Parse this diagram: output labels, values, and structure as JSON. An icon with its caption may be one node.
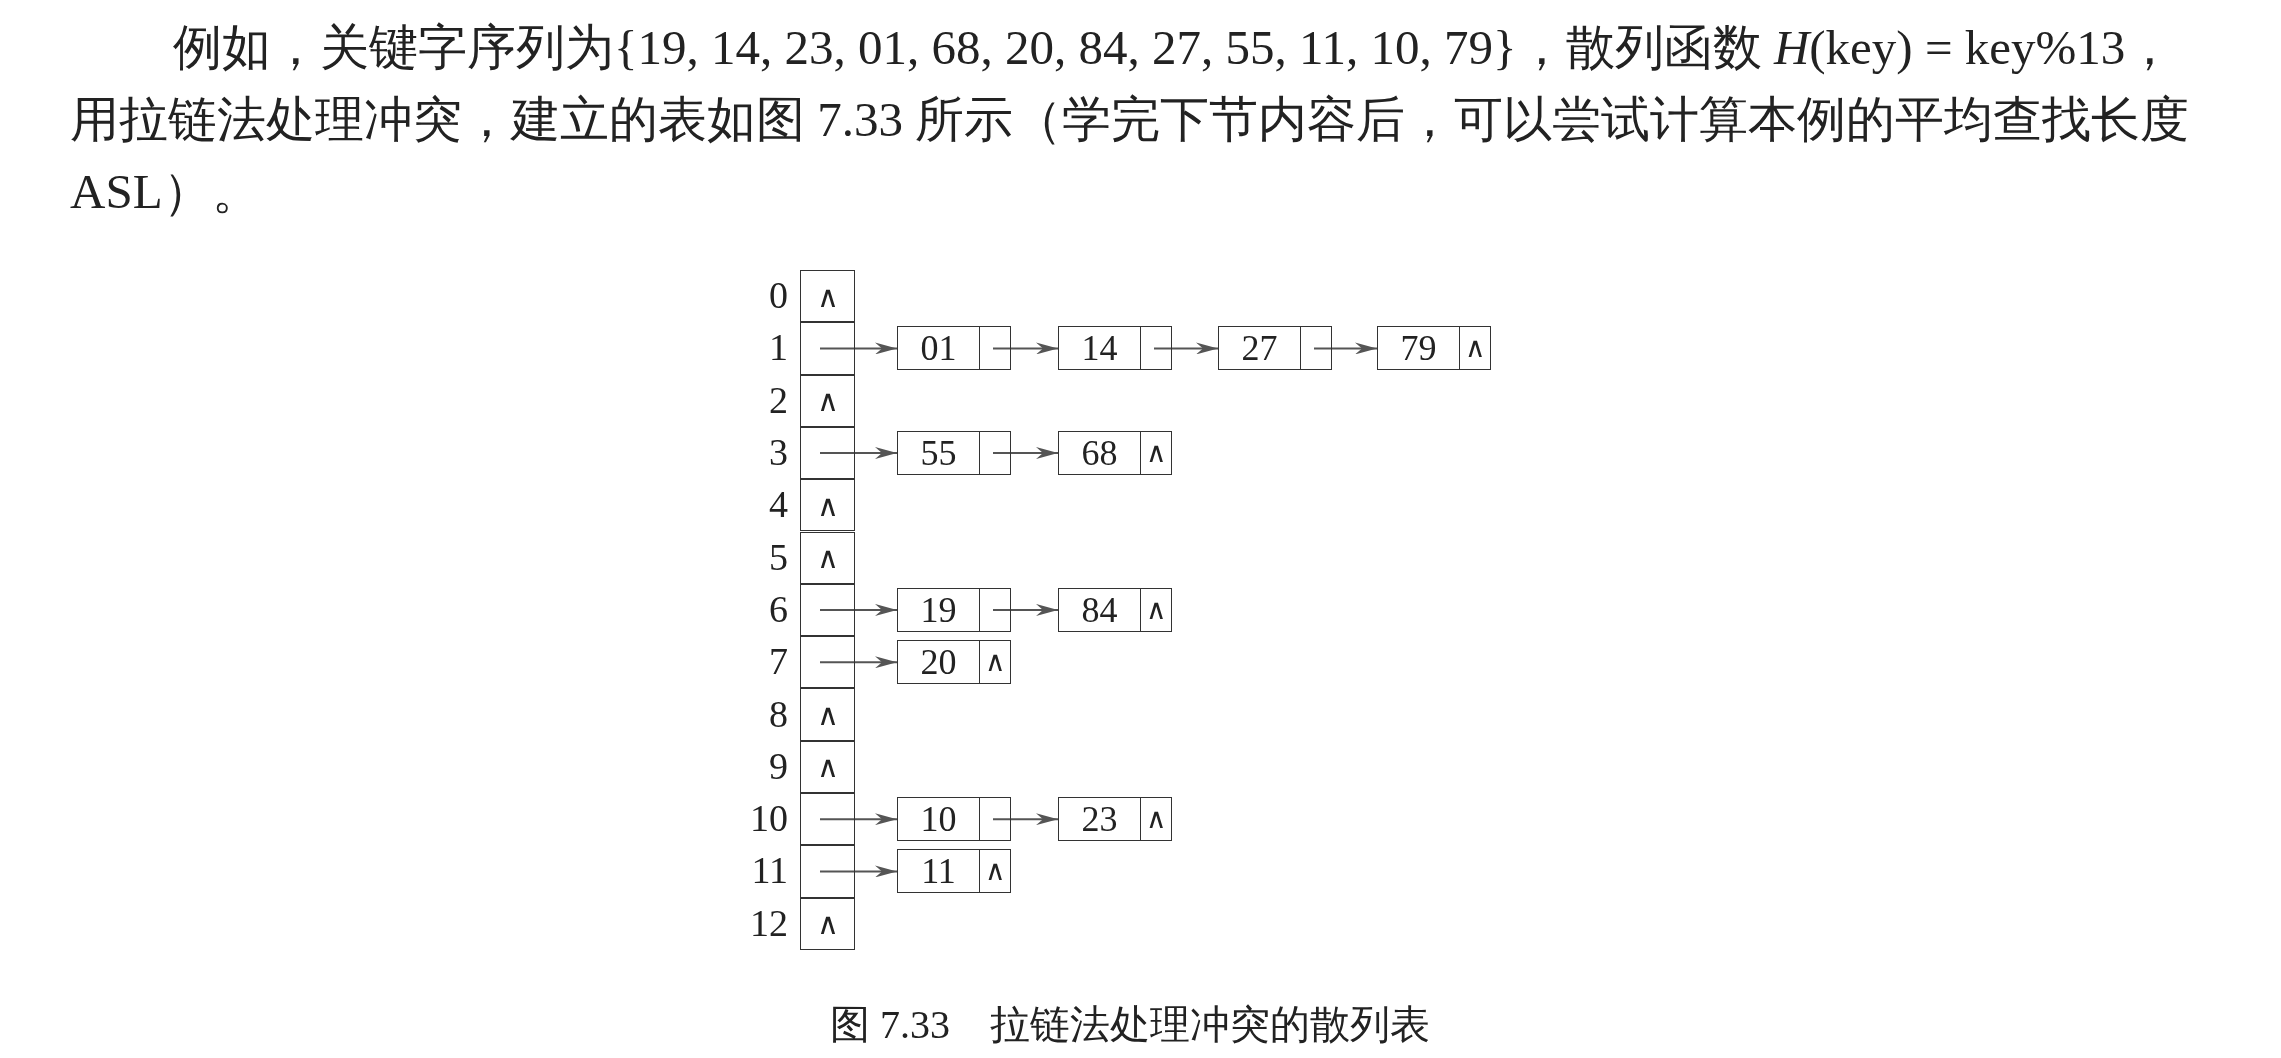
{
  "diagram": {
    "caption": "图 7.33　拉链法处理冲突的散列表",
    "nodes": [
      {
        "text": [
          "∧"
        ],
        "beside": [
          "0"
        ]
      },
      {
        "text": [],
        "shape": "box",
        "beside": [
          "1"
        ]
      },
      {
        "text": [
          "∧"
        ],
        "beside": [
          "2"
        ]
      },
      {
        "text": [],
        "shape": "box",
        "beside": [
          "3"
        ]
      },
      {
        "text": [
          "∧"
        ],
        "beside": [
          "4"
        ]
      },
      {
        "text": [
          "∧"
        ],
        "beside": [
          "5"
        ]
      },
      {
        "text": [],
        "shape": "box",
        "beside": [
          "6"
        ]
      },
      {
        "text": [],
        "shape": "box",
        "beside": [
          "7"
        ]
      },
      {
        "text": [
          "∧"
        ],
        "beside": [
          "8"
        ]
      },
      {
        "text": [
          "∧"
        ],
        "beside": [
          "9"
        ]
      },
      {
        "text": [],
        "shape": "box",
        "beside": [
          "10"
        ]
      },
      {
        "text": [],
        "shape": "box",
        "beside": [
          "11"
        ]
      },
      {
        "text": [
          "∧"
        ],
        "beside": [
          "12"
        ]
      },
      {
        "text": [
          "01"
        ]
      },
      {
        "text": [
          "14"
        ]
      },
      {
        "text": [
          "27"
        ]
      },
      {
        "text": [
          "79",
          "∧"
        ]
      },
      {
        "text": [
          "55"
        ]
      },
      {
        "text": [
          "68",
          "∧"
        ]
      },
      {
        "text": [
          "19"
        ]
      },
      {
        "text": [
          "84",
          "∧"
        ]
      },
      {
        "text": [
          "20",
          "∧"
        ]
      },
      {
        "text": [
          "10"
        ]
      },
      {
        "text": [
          "23",
          "∧"
        ]
      },
      {
        "text": [
          "11",
          "∧"
        ]
      }
    ],
    "edges": [
      {
        "from": 1,
        "to": 13,
        "arrow": "to"
      },
      {
        "from": 13,
        "to": 14,
        "arrow": "to"
      },
      {
        "from": 14,
        "to": 15,
        "arrow": "to"
      },
      {
        "from": 15,
        "to": 16,
        "arrow": "to"
      },
      {
        "from": 3,
        "to": 17,
        "arrow": "to"
      },
      {
        "from": 17,
        "to": 18,
        "arrow": "to"
      },
      {
        "from": 6,
        "to": 19,
        "arrow": "to"
      },
      {
        "from": 19,
        "to": 20,
        "arrow": "to"
      },
      {
        "from": 7,
        "to": 21,
        "arrow": "to"
      },
      {
        "from": 10,
        "to": 22,
        "arrow": "to"
      },
      {
        "from": 22,
        "to": 23,
        "arrow": "to"
      },
      {
        "from": 11,
        "to": 24,
        "arrow": "to"
      }
    ],
    "labels": [
      "例如，关键字序列为{19, 14, 23, 01, 68, 20, 84, 27, 55, 11, 10, 79}，散列函数 *H*(key) = key%13，用拉链法处理冲突，建立的表如图 7.33 所示（学完下节内容后，可以尝试计算本例的平均查找长度 ASL）。"
    ]
  }
}
